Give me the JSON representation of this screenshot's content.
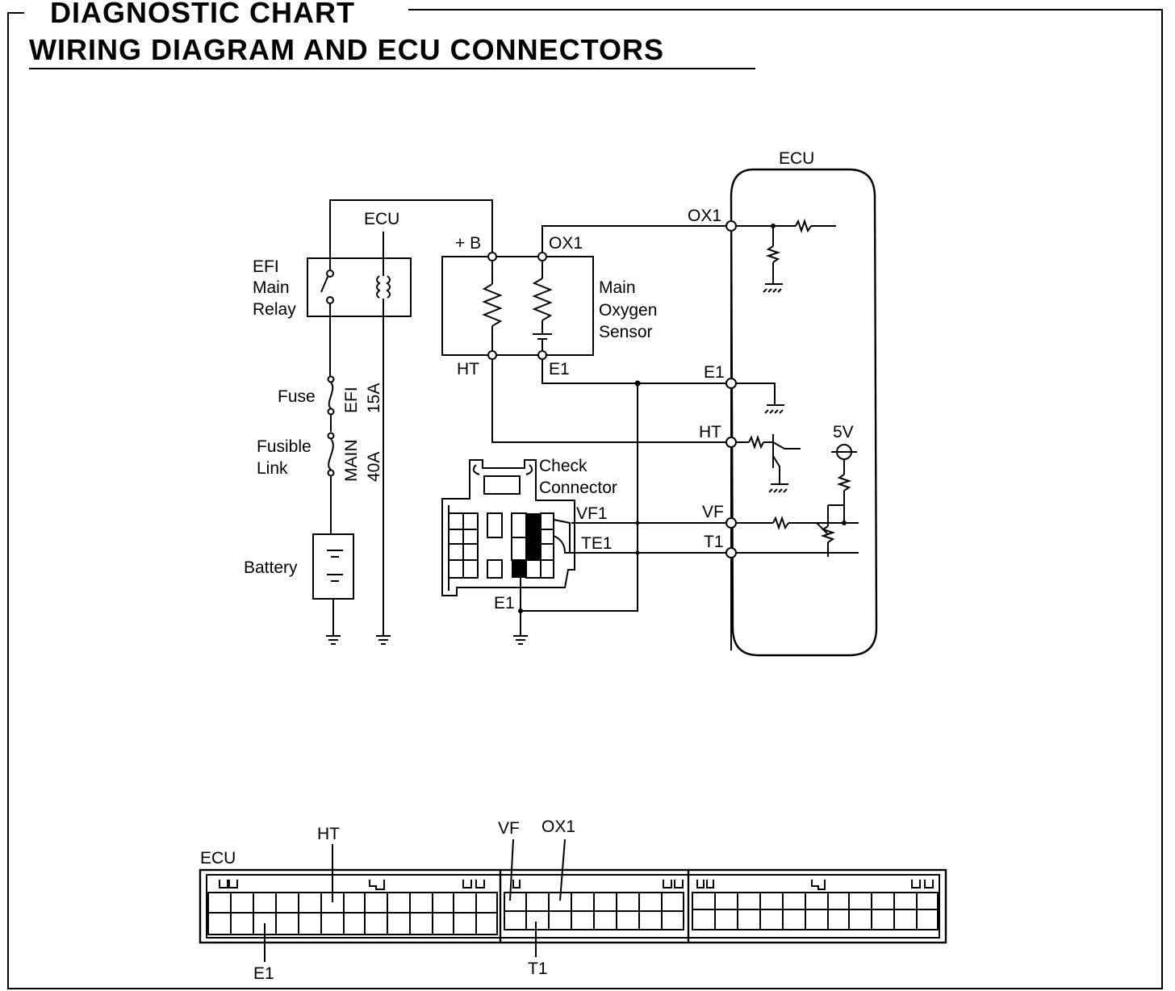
{
  "header": {
    "line1": "DIAGNOSTIC CHART",
    "line2": "WIRING DIAGRAM AND ECU CONNECTORS"
  },
  "diagram": {
    "ecu_block_label": "ECU",
    "relay_ecu_label": "ECU",
    "relay_label": [
      "EFI",
      "Main",
      "Relay"
    ],
    "fuse_label": "Fuse",
    "fuse_name": "EFI",
    "fuse_rating": "15A",
    "fusible_link_label": [
      "Fusible",
      "Link"
    ],
    "fusible_link_name": "MAIN",
    "fusible_link_rating": "40A",
    "battery_label": "Battery",
    "sensor_label": [
      "Main",
      "Oxygen",
      "Sensor"
    ],
    "sensor_pins": {
      "plus_b": "+ B",
      "ox1": "OX1",
      "ht": "HT",
      "e1": "E1"
    },
    "ecu_pins": {
      "ox1": "OX1",
      "e1": "E1",
      "ht": "HT",
      "vf": "VF",
      "t1": "T1"
    },
    "supply_label": "5V",
    "check_connector_label": [
      "Check",
      "Connector"
    ],
    "check_connector_pins": {
      "vf1": "VF1",
      "te1": "TE1",
      "e1": "E1"
    }
  },
  "ecu_connector": {
    "label": "ECU",
    "top_pins": [
      "HT",
      "VF",
      "OX1"
    ],
    "bottom_pins": [
      "E1",
      "T1"
    ]
  }
}
